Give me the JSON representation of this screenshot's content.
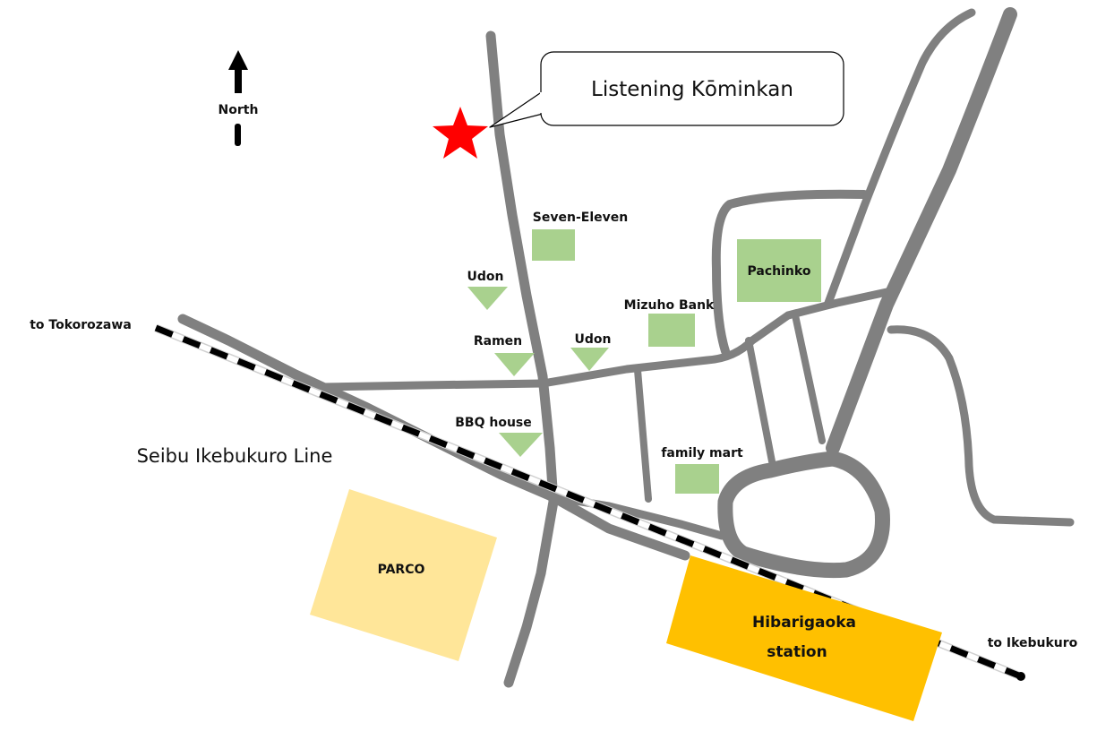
{
  "map": {
    "north_label": "North",
    "callout_label": "Listening Kōminkan",
    "rail_line_label": "Seibu Ikebukuro Line",
    "to_west_label": "to Tokorozawa",
    "to_east_label": "to Ikebukuro",
    "colors": {
      "road": "#808080",
      "shop": "#a9d18e",
      "station": "#ffc000",
      "parco": "#ffe699",
      "star": "#ff0000",
      "rail": "#000000"
    },
    "landmarks": {
      "seven_eleven": "Seven-Eleven",
      "pachinko": "Pachinko",
      "mizuho": "Mizuho Bank",
      "family_mart": "family mart",
      "udon_1": "Udon",
      "udon_2": "Udon",
      "ramen": "Ramen",
      "bbq": "BBQ house",
      "parco": "PARCO",
      "station_line1": "Hibarigaoka",
      "station_line2": "station"
    }
  }
}
